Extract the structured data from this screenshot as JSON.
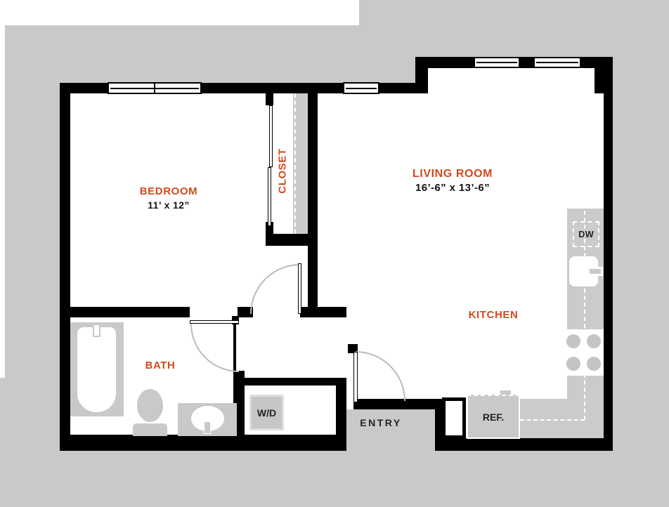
{
  "plan": {
    "title": "One-bedroom apartment floor plan",
    "colors": {
      "accent": "#d14a1e",
      "wall": "#000000",
      "site_gray": "#c8c9c9",
      "counter_gray": "#cbcbcb",
      "door_arc": "#bbbbbb"
    },
    "rooms": {
      "bedroom": {
        "label": "BEDROOM",
        "dimensions": "11’ x 12”"
      },
      "closet": {
        "label": "CLOSET"
      },
      "living_room": {
        "label": "LIVING ROOM",
        "dimensions": "16’-6” x  13’-6”"
      },
      "kitchen": {
        "label": "KITCHEN"
      },
      "bath": {
        "label": "BATH"
      },
      "entry": {
        "label": "ENTRY"
      }
    },
    "fixtures": {
      "washer_dryer": {
        "label": "W/D"
      },
      "refrigerator": {
        "label": "REF."
      },
      "dishwasher": {
        "label": "DW"
      }
    }
  }
}
